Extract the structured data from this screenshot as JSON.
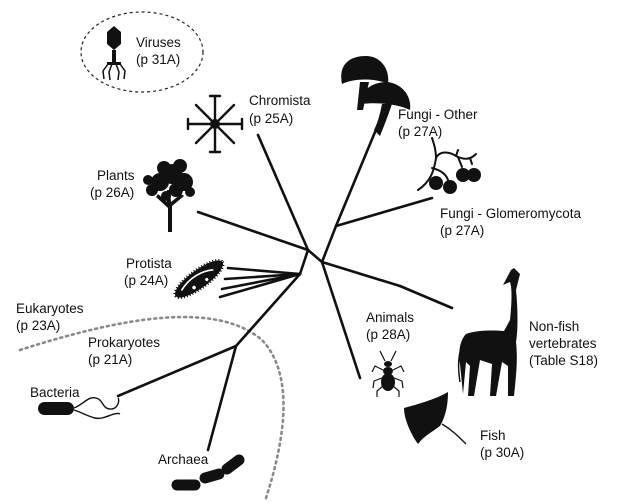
{
  "colors": {
    "ink": "#111111",
    "dotted": "#8a8a8a",
    "background": "#ffffff"
  },
  "labels": {
    "viruses": [
      "Viruses",
      "(p 31A)"
    ],
    "chromista": [
      "Chromista",
      "(p 25A)"
    ],
    "fungi_other": [
      "Fungi - Other",
      "(p 27A)"
    ],
    "plants": [
      "Plants",
      "(p 26A)"
    ],
    "fungi_glom": [
      "Fungi - Glomeromycota",
      "(p 27A)"
    ],
    "protista": [
      "Protista",
      "(p 24A)"
    ],
    "eukaryotes": [
      "Eukaryotes",
      "(p 23A)"
    ],
    "prokaryotes": [
      "Prokaryotes",
      "(p 21A)"
    ],
    "animals": [
      "Animals",
      "(p 28A)"
    ],
    "vertebrates": [
      "Non-fish",
      "vertebrates",
      "(Table S18)"
    ],
    "bacteria": [
      "Bacteria"
    ],
    "archaea": [
      "Archaea"
    ],
    "fish": [
      "Fish",
      "(p 30A)"
    ]
  },
  "icons": [
    "virus-icon",
    "chromista-icon",
    "mushroom-icon",
    "glomeromycota-icon",
    "tree-icon",
    "protist-icon",
    "beetle-icon",
    "giraffe-icon",
    "bacterium-icon",
    "archaea-icon",
    "stingray-icon"
  ]
}
